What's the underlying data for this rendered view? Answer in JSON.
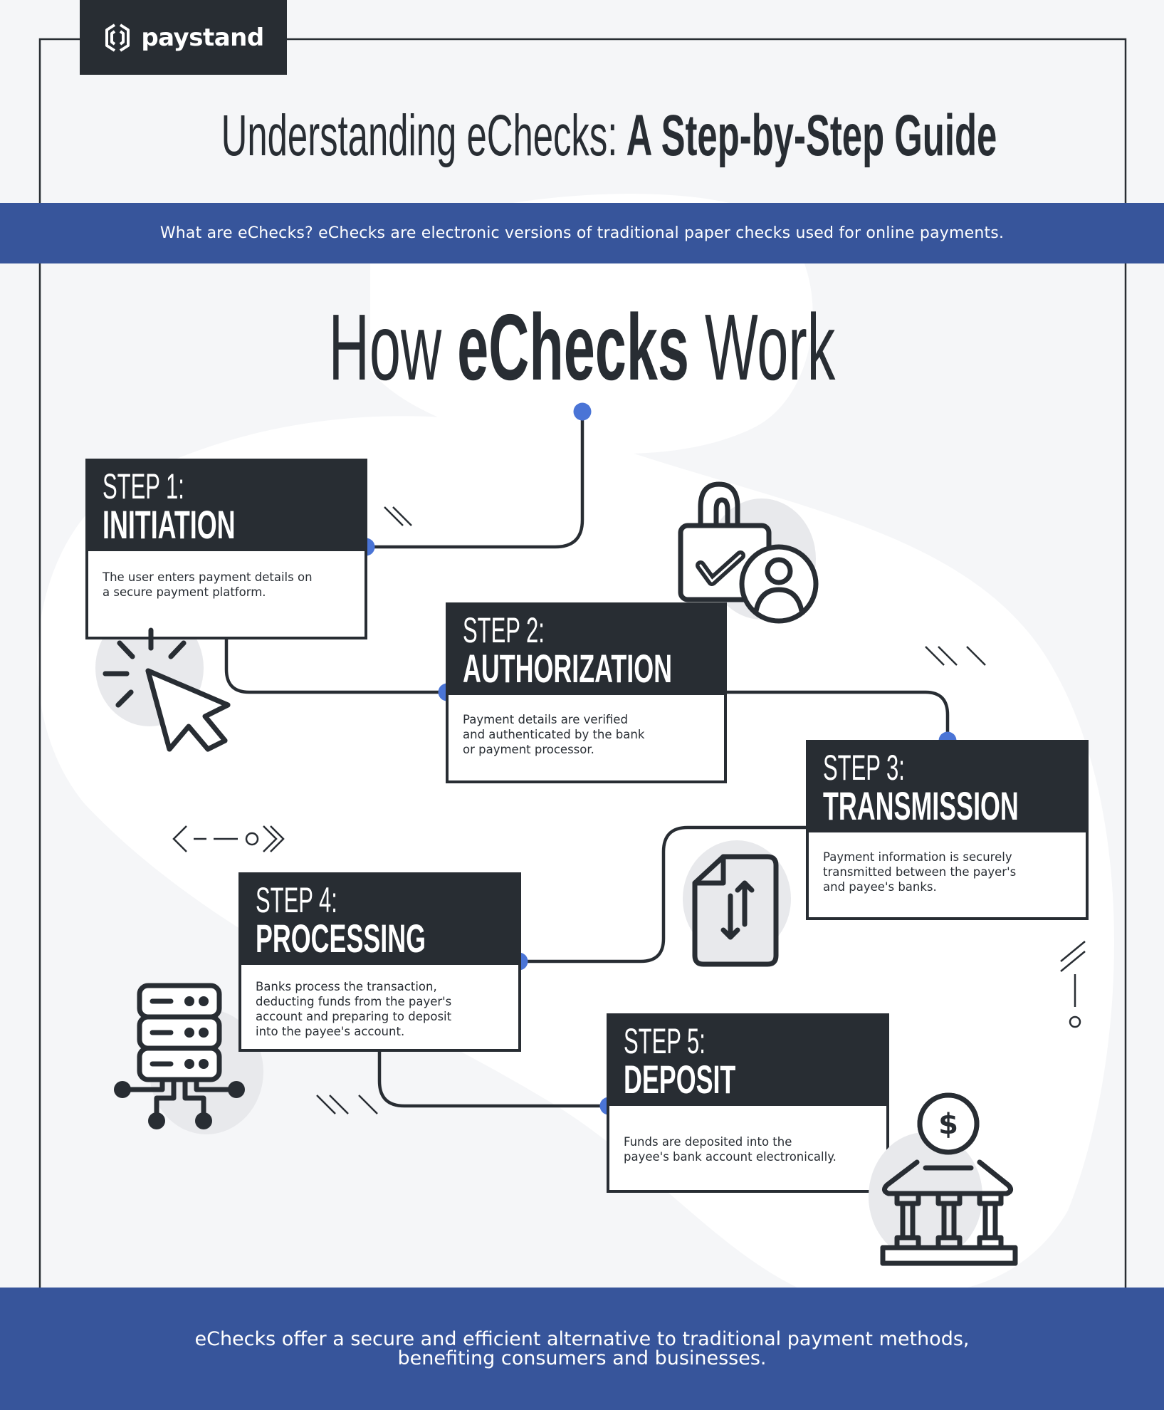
{
  "brand": {
    "name": "paystand",
    "icon": "paystand-hexagon-logo-icon"
  },
  "header": {
    "title_light": "Understanding eChecks:",
    "title_bold": "A Step-by-Step Guide"
  },
  "intro_band": {
    "text": "What are eChecks? eChecks are electronic versions of traditional paper checks used for online payments."
  },
  "section_title": {
    "light_1": "How",
    "bold": "eChecks",
    "light_2": "Work"
  },
  "steps": [
    {
      "number": "STEP 1:",
      "name": "INITIATION",
      "description": "The user enters payment details on a secure payment platform.",
      "icon": "cursor-click-icon"
    },
    {
      "number": "STEP 2:",
      "name": "AUTHORIZATION",
      "description": "Payment details are verified and authenticated by the bank or payment processor.",
      "icon": "lock-check-user-icon"
    },
    {
      "number": "STEP 3:",
      "name": "TRANSMISSION",
      "description": "Payment information is securely transmitted between the payer's and payee's banks.",
      "icon": "document-transfer-icon"
    },
    {
      "number": "STEP 4:",
      "name": "PROCESSING",
      "description": "Banks process the transaction, deducting funds from the payer's account and preparing to deposit into the payee's account.",
      "icon": "server-network-icon"
    },
    {
      "number": "STEP 5:",
      "name": "DEPOSIT",
      "description": "Funds are deposited into the payee's bank account electronically.",
      "icon": "bank-dollar-icon"
    }
  ],
  "footer_band": {
    "text": "eChecks offer a secure and efficient alternative to traditional payment methods,\nbenefiting consumers and businesses."
  },
  "colors": {
    "dark": "#282d33",
    "band_blue": "#37559b",
    "node_blue": "#4a74d6",
    "background": "#f5f6f8",
    "icon_blob": "#e8e9ec"
  }
}
